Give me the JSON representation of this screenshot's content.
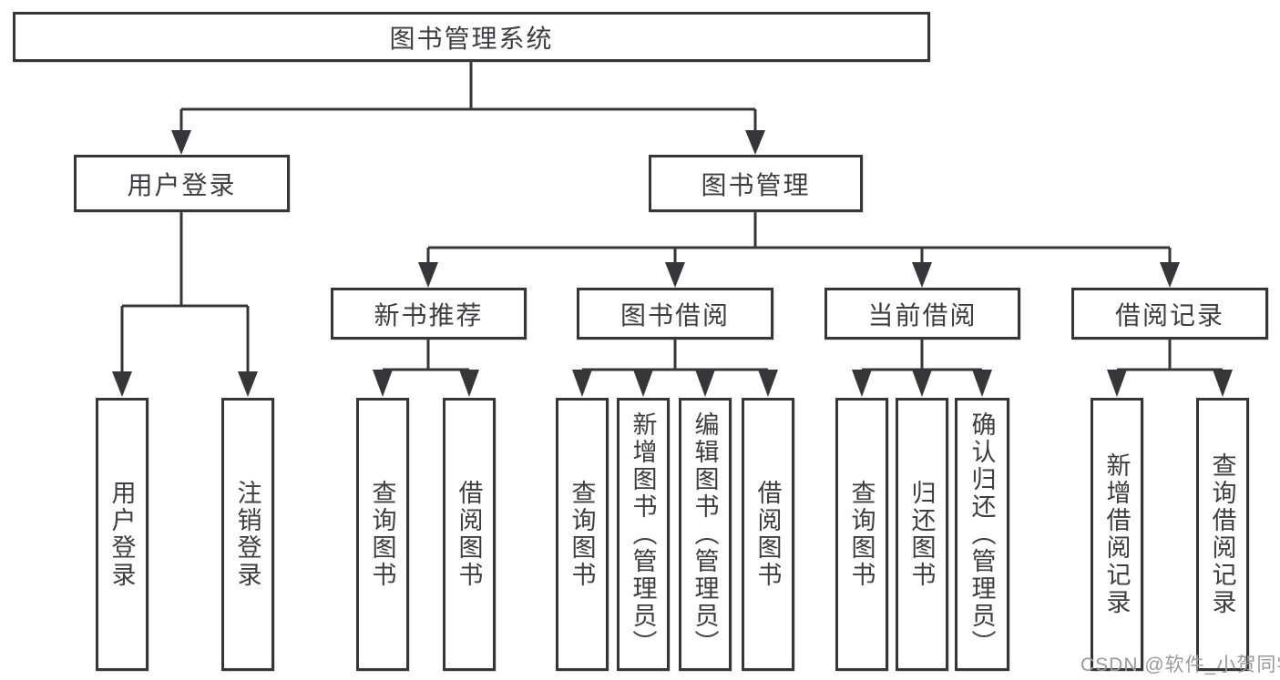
{
  "diagram": {
    "tree": {
      "label": "图书管理系统",
      "children": [
        {
          "label": "用户登录",
          "children": [
            {
              "label": "用户登录"
            },
            {
              "label": "注销登录"
            }
          ]
        },
        {
          "label": "图书管理",
          "children": [
            {
              "label": "新书推荐",
              "children": [
                {
                  "label": "查询图书"
                },
                {
                  "label": "借阅图书"
                }
              ]
            },
            {
              "label": "图书借阅",
              "children": [
                {
                  "label": "查询图书"
                },
                {
                  "label": "新增图书（管理员）"
                },
                {
                  "label": "编辑图书（管理员）"
                },
                {
                  "label": "借阅图书"
                }
              ]
            },
            {
              "label": "当前借阅",
              "children": [
                {
                  "label": "查询图书"
                },
                {
                  "label": "归还图书"
                },
                {
                  "label": "确认归还（管理员）"
                }
              ]
            },
            {
              "label": "借阅记录",
              "children": [
                {
                  "label": "新增借阅记录"
                },
                {
                  "label": "查询借阅记录"
                }
              ]
            }
          ]
        }
      ]
    },
    "colors": {
      "line": "#36363a",
      "node_text": "#3d3d42",
      "watermark": "#9a9a9a"
    }
  },
  "watermark": {
    "text": "CSDN @软件_小贺同学"
  }
}
